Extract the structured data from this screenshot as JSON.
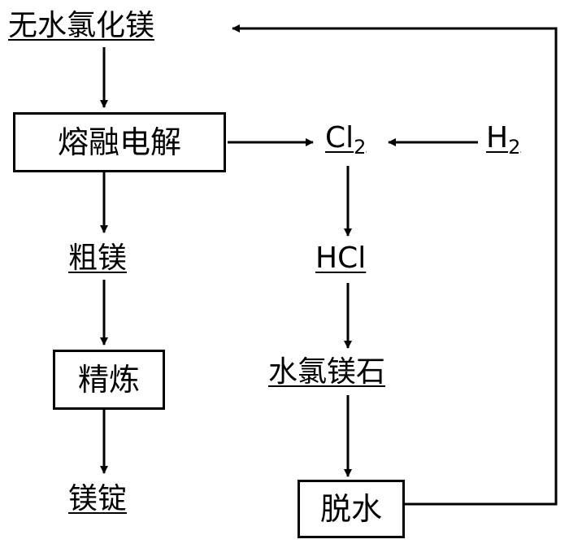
{
  "nodes": {
    "anhydrous_mgcl2": "无水氯化镁",
    "molten_electrolysis": "熔融电解",
    "crude_mg": "粗镁",
    "refining": "精炼",
    "mg_ingot": "镁锭",
    "chlorine": {
      "base": "Cl",
      "sub": "2"
    },
    "hydrogen": {
      "base": "H",
      "sub": "2"
    },
    "hcl": "HCl",
    "bischofite": "水氯镁石",
    "dehydration": "脱水"
  },
  "colors": {
    "line": "#000000",
    "background": "#ffffff"
  }
}
